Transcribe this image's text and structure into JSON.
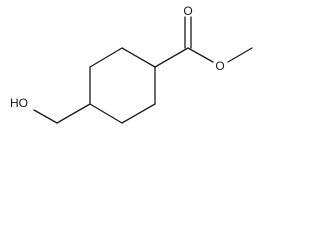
{
  "molecule": {
    "atoms": {
      "carbonyl_oxygen": "O",
      "ester_oxygen": "O",
      "hydroxyl": "HO"
    }
  },
  "colors": {
    "bond": "#1a1a1a",
    "background": "#ffffff"
  }
}
